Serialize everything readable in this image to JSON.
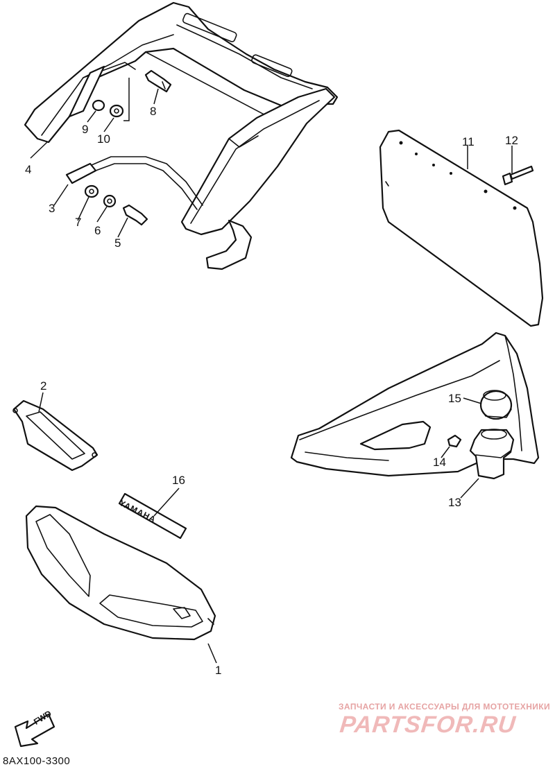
{
  "callouts": {
    "c1": "1",
    "c2": "2",
    "c3": "3",
    "c4": "4",
    "c5": "5",
    "c6": "6",
    "c7": "7",
    "c8": "8",
    "c9": "9",
    "c10": "10",
    "c11": "11",
    "c12": "12",
    "c13": "13",
    "c14": "14",
    "c15": "15",
    "c16": "16"
  },
  "emblem_text": "YAMAHA",
  "fwd_arrow_text": "FWD",
  "reference_code": "8AX100-3300",
  "watermark": {
    "tagline": "ЗАПЧАСТИ И АКСЕССУАРЫ ДЛЯ МОТОТЕХНИКИ",
    "brand": "PARTSFOR.RU"
  }
}
